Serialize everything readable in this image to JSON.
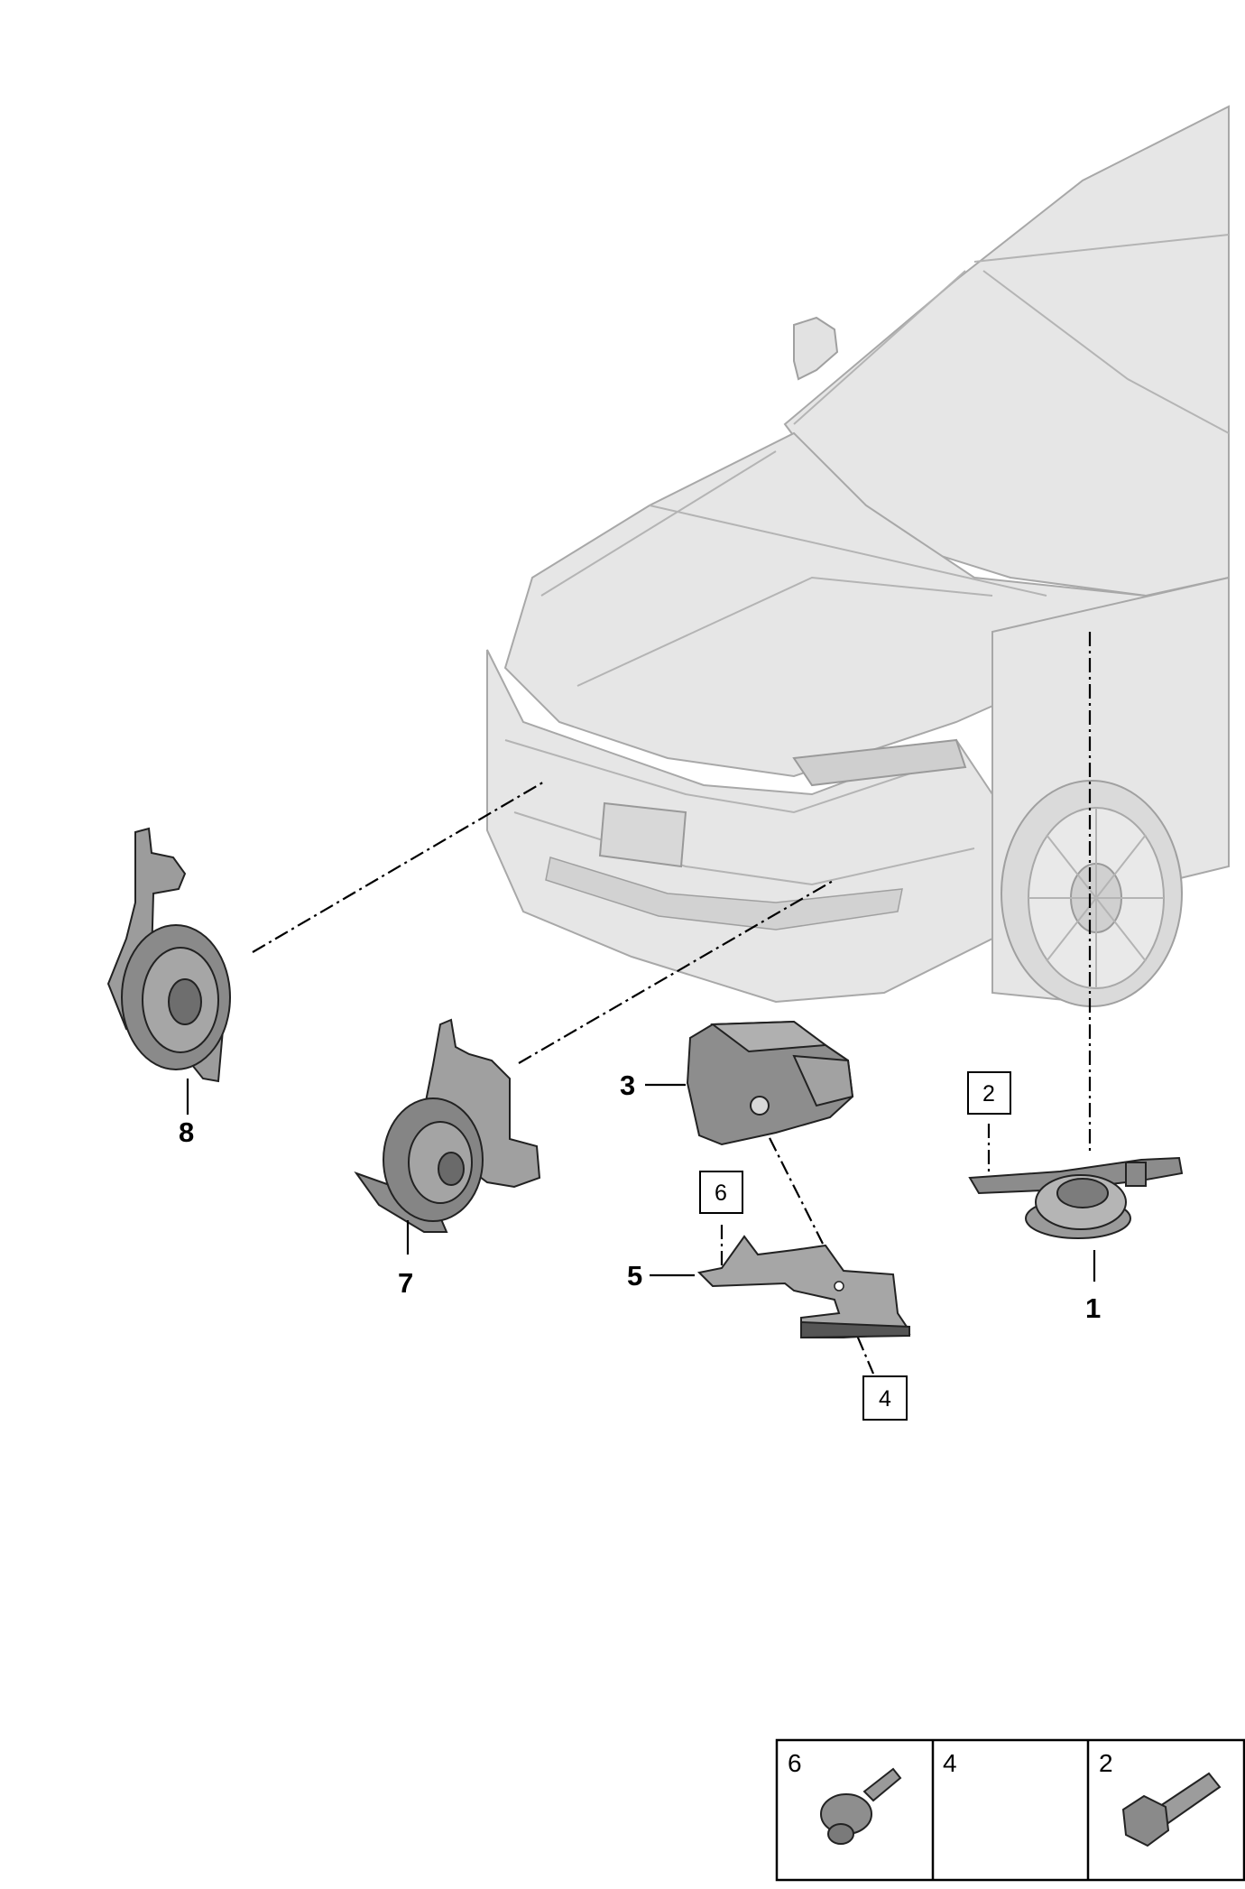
{
  "callouts": {
    "c1": "1",
    "c3": "3",
    "c5": "5",
    "c7": "7",
    "c8": "8"
  },
  "boxed_refs": {
    "b2": "2",
    "b4": "4",
    "b6": "6"
  },
  "legend": {
    "cells": [
      {
        "label": "6",
        "icon": "flange-bolt-icon"
      },
      {
        "label": "4",
        "icon": ""
      },
      {
        "label": "2",
        "icon": "hex-bolt-icon"
      }
    ]
  },
  "colors": {
    "car_body": "#e6e6e6",
    "part_dark": "#7a7a7a",
    "part_mid": "#9a9a9a",
    "line": "#000000"
  }
}
